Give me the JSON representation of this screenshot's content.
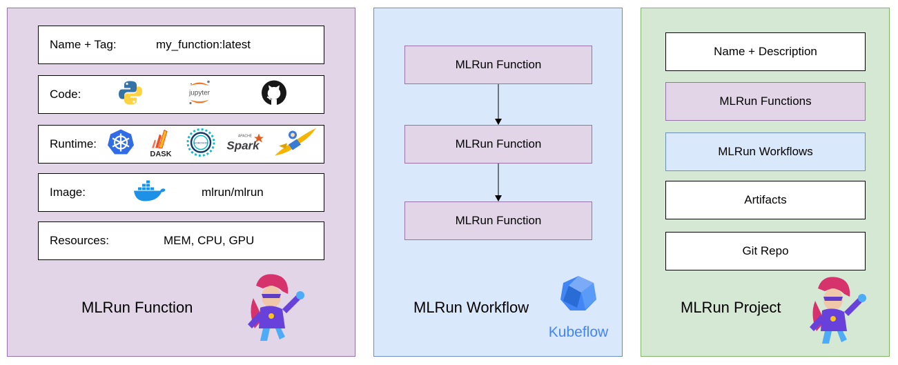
{
  "function_panel": {
    "caption": "MLRun Function",
    "rows": [
      {
        "label": "Name + Tag:",
        "value": "my_function:latest"
      },
      {
        "label": "Code:",
        "icons": [
          "python-icon",
          "jupyter-icon",
          "github-icon"
        ],
        "jupyter_text": "jupyter"
      },
      {
        "label": "Runtime:",
        "icons": [
          "kubernetes-icon",
          "dask-icon",
          "horovod-icon",
          "spark-icon",
          "nuclio-icon"
        ],
        "dask_text": "DASK",
        "spark_text": "Spark",
        "spark_super": "APACHE",
        "horovod_text": "HOROVOD"
      },
      {
        "label": "Image:",
        "icons": [
          "docker-icon"
        ],
        "value": "mlrun/mlrun"
      },
      {
        "label": "Resources:",
        "value": "MEM, CPU, GPU"
      }
    ]
  },
  "workflow_panel": {
    "caption": "MLRun Workflow",
    "steps": [
      "MLRun Function",
      "MLRun Function",
      "MLRun Function"
    ],
    "logo_text": "Kubeflow"
  },
  "project_panel": {
    "caption": "MLRun Project",
    "items": [
      "Name + Description",
      "MLRun Functions",
      "MLRun Workflows",
      "Artifacts",
      "Git Repo"
    ]
  },
  "colors": {
    "purple_fill": "#e1d5e7",
    "purple_stroke": "#9673a6",
    "blue_fill": "#dae8fc",
    "blue_stroke": "#6c8ebf",
    "green_fill": "#d5e8d4",
    "green_stroke": "#82b366",
    "kubeflow_blue": "#4285f4"
  }
}
